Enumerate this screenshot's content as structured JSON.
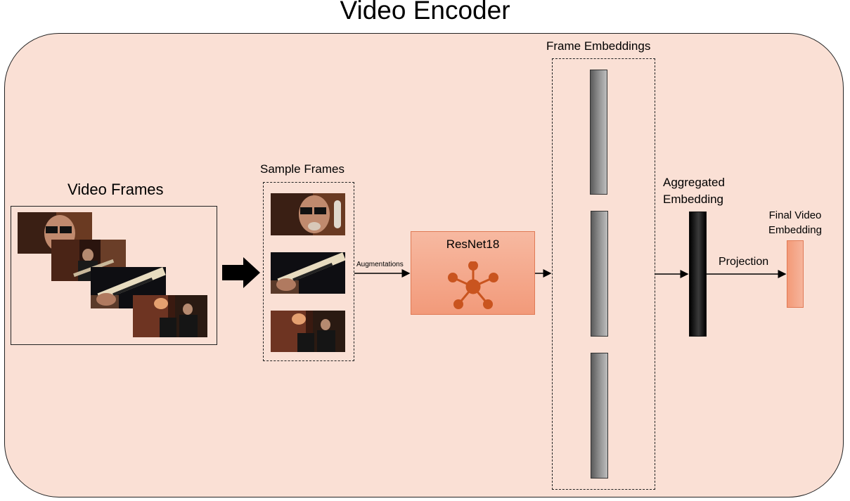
{
  "title": "Video Encoder",
  "video_frames": {
    "label": "Video Frames"
  },
  "sample_frames": {
    "label": "Sample Frames"
  },
  "augmentations": {
    "label": "Augmentations"
  },
  "resnet": {
    "label": "ResNet18",
    "icon": "network-icon",
    "color": "#c9541f"
  },
  "frame_embeddings": {
    "label": "Frame Embeddings"
  },
  "aggregated": {
    "label_line1": "Aggregated",
    "label_line2": "Embedding"
  },
  "projection": {
    "label": "Projection"
  },
  "final": {
    "label_line1": "Final Video",
    "label_line2": "Embedding"
  },
  "colors": {
    "panel": "#fae0d5",
    "resnet_fill": "#f4a688",
    "final_fill": "#f4a688"
  }
}
